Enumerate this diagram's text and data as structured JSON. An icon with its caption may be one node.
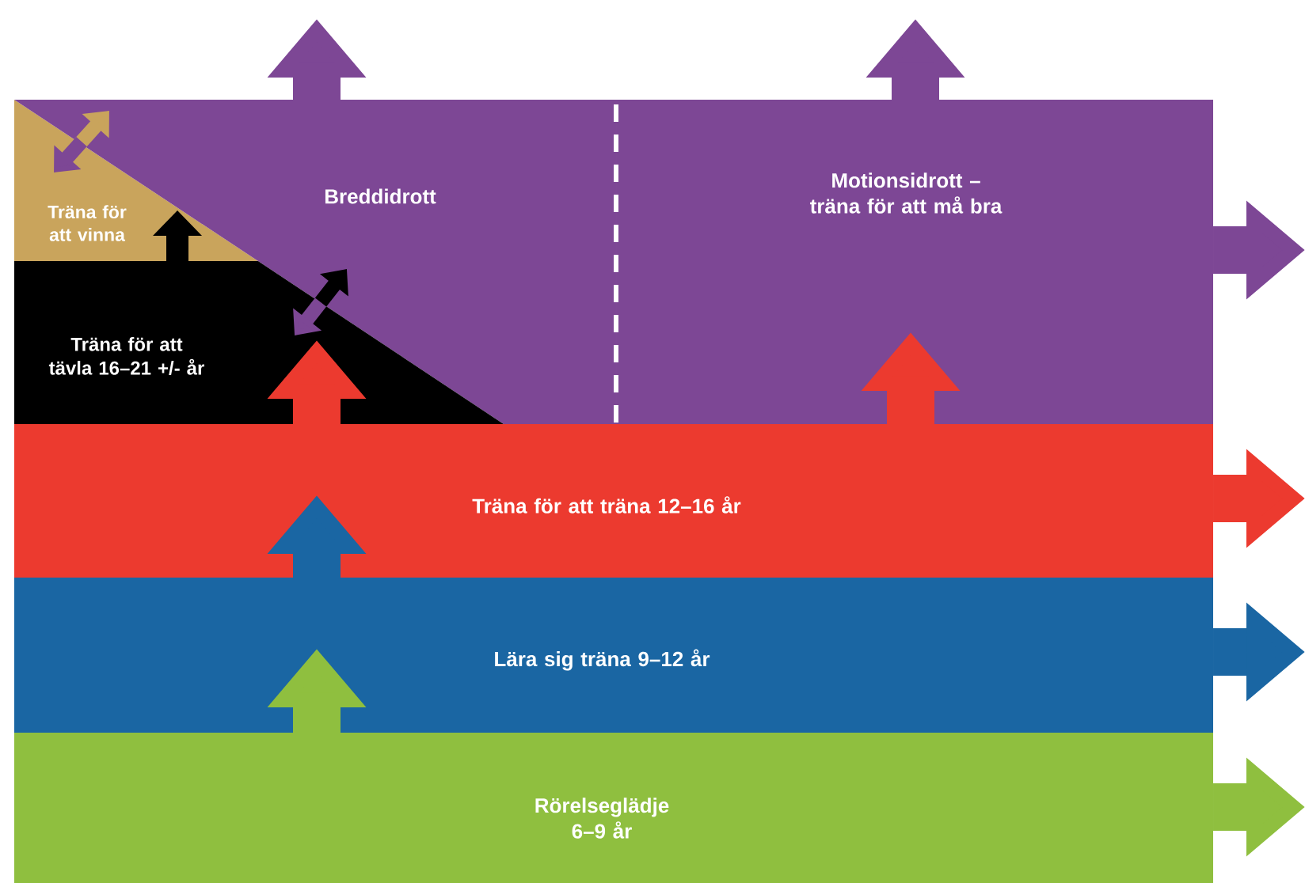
{
  "diagram": {
    "nodes": [
      {
        "text": [
          "Träna för att vinna"
        ]
      },
      {
        "text": [
          "Breddidrott"
        ]
      },
      {
        "text": [
          "Träna för att tävla 16–21 +/- år"
        ]
      },
      {
        "text": [
          "Motionsidrott – träna för att må bra"
        ]
      },
      {
        "text": [
          "Träna för att träna 12–16 år"
        ]
      },
      {
        "text": [
          "Lära sig träna 9–12 år"
        ]
      },
      {
        "text": [
          "Rörelseglädje 6–9 år"
        ]
      }
    ],
    "edges": [
      {
        "from": 6,
        "to": 5,
        "arrow": "to",
        "color": "#8fbf3f"
      },
      {
        "from": 5,
        "to": 4,
        "arrow": "to",
        "color": "#1a66a3"
      },
      {
        "from": 4,
        "to": 2,
        "arrow": "to",
        "color": "#ec3a2f"
      },
      {
        "from": 4,
        "to": 3,
        "arrow": "to",
        "color": "#ec3a2f"
      },
      {
        "from": 2,
        "to": 0,
        "arrow": "to",
        "color": "#000000"
      },
      {
        "from": 0,
        "to": 1,
        "arrow": "both",
        "color": "#c9a45c"
      },
      {
        "from": 2,
        "to": 1,
        "arrow": "both",
        "color": "#000000"
      },
      {
        "from": 1,
        "to": null,
        "arrow": "to",
        "color": "#7d4795"
      },
      {
        "from": 3,
        "to": null,
        "arrow": "to",
        "color": "#7d4795"
      },
      {
        "from": 3,
        "to": null,
        "arrow": "to",
        "color": "#7d4795"
      },
      {
        "from": 4,
        "to": null,
        "arrow": "to",
        "color": "#ec3a2f"
      },
      {
        "from": 5,
        "to": null,
        "arrow": "to",
        "color": "#1a66a3"
      },
      {
        "from": 6,
        "to": null,
        "arrow": "to",
        "color": "#8fbf3f"
      }
    ]
  }
}
